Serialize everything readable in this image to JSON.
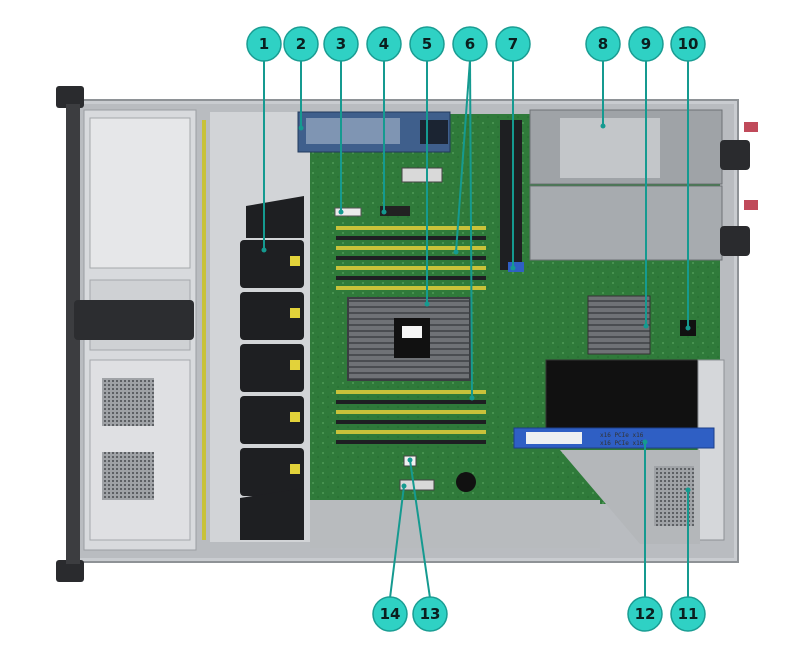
{
  "colors": {
    "callout_fill": "#2fd1c4",
    "callout_stroke": "#1a9d93",
    "leader_line": "#159a90",
    "pcb_green": "#2f7a3a",
    "chassis_gray": "#c9ccd0",
    "dimm_yellow": "#c8c23a",
    "fan_black": "#1e1f22",
    "riser_blue": "#2f5fc4"
  },
  "callouts": [
    {
      "number": "1",
      "target": "system fans"
    },
    {
      "number": "2",
      "target": "battery / backup module"
    },
    {
      "number": "3",
      "target": "system board connector"
    },
    {
      "number": "4",
      "target": "system board connector"
    },
    {
      "number": "5",
      "target": "processor heatsink"
    },
    {
      "number": "6",
      "target": "DIMM slots"
    },
    {
      "number": "7",
      "target": "riser slot"
    },
    {
      "number": "8",
      "target": "power supply"
    },
    {
      "number": "9",
      "target": "chipset heatsink"
    },
    {
      "number": "10",
      "target": "system board component"
    },
    {
      "number": "11",
      "target": "riser cage"
    },
    {
      "number": "12",
      "target": "PCIe riser board"
    },
    {
      "number": "13",
      "target": "system board connector"
    },
    {
      "number": "14",
      "target": "system board connector"
    }
  ],
  "stickers": {
    "riser_label_1": "x16 PCIe x16",
    "riser_label_2": "x16 PCIe x16"
  }
}
